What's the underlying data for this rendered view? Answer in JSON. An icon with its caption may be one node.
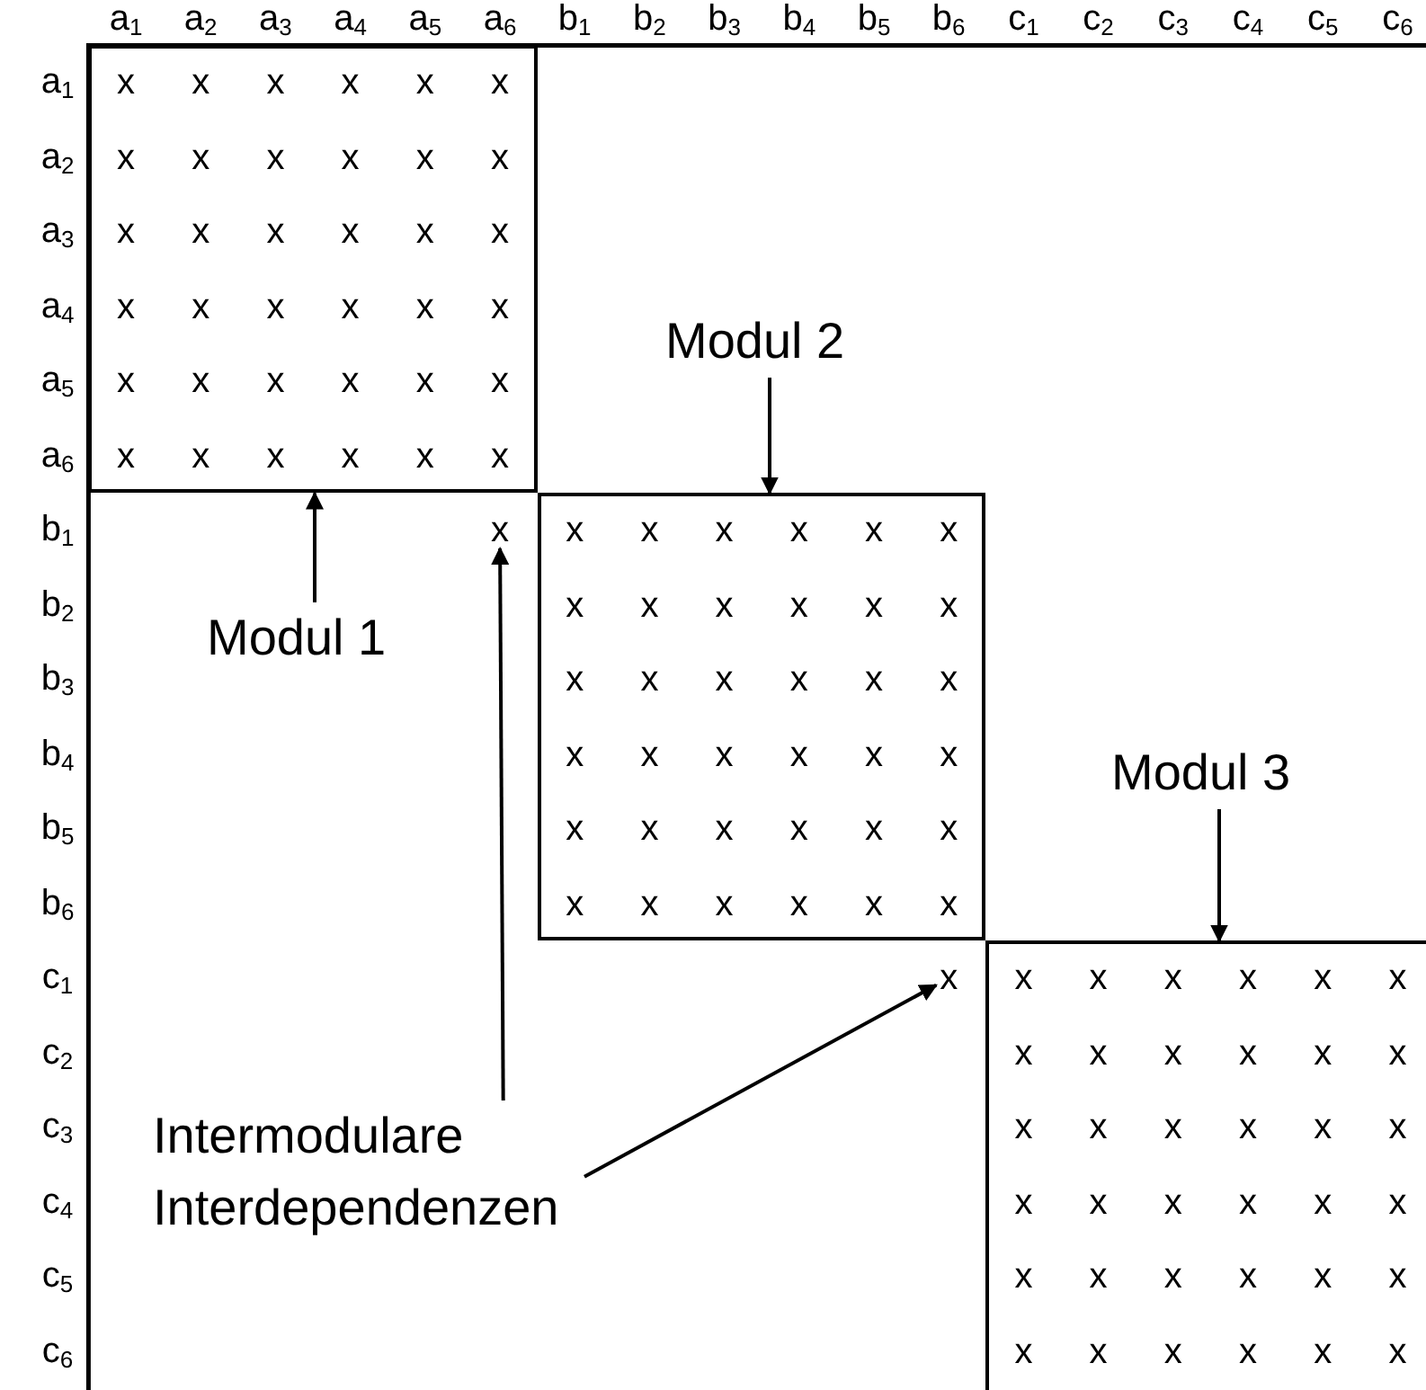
{
  "diagram": {
    "nodes": [
      {
        "text": [],
        "shape": "box"
      },
      {
        "text": [
          "Modul 2"
        ]
      },
      {
        "text": [],
        "shape": "box"
      },
      {
        "text": [
          "x"
        ]
      },
      {
        "text": [
          "Modul 1"
        ]
      },
      {
        "text": [
          "Modul 3"
        ]
      },
      {
        "text": [],
        "shape": "box"
      },
      {
        "text": [
          "x"
        ]
      },
      {
        "text": [
          "Intermodulare Interdependenzen"
        ]
      }
    ],
    "edges": [
      {
        "from": 1,
        "to": 2,
        "arrow": "to"
      },
      {
        "from": 4,
        "to": 0,
        "arrow": "to"
      },
      {
        "from": 5,
        "to": 6,
        "arrow": "to"
      },
      {
        "from": 8,
        "to": 3,
        "arrow": "to"
      },
      {
        "from": 8,
        "to": 7,
        "arrow": "to"
      }
    ],
    "labels": [
      "a$_{1}$",
      "a$_{2}$",
      "a$_{3}$",
      "a$_{4}$",
      "a$_{5}$",
      "a$_{6}$",
      "b$_{1}$",
      "b$_{2}$",
      "b$_{3}$",
      "b$_{4}$",
      "b$_{5}$",
      "b$_{6}$",
      "c$_{1}$",
      "c$_{2}$",
      "c$_{3}$",
      "c$_{4}$",
      "c$_{5}$",
      "c$_{6}$",
      "a$_{1}$",
      "x",
      "x",
      "x",
      "x",
      "x",
      "x",
      "a$_{2}$",
      "x",
      "x",
      "x",
      "x",
      "x",
      "x",
      "a$_{3}$",
      "x",
      "x",
      "x",
      "x",
      "x",
      "x",
      "a$_{4}$",
      "x",
      "x",
      "x",
      "x",
      "x",
      "x",
      "a$_{5}$",
      "x",
      "x",
      "x",
      "x",
      "x",
      "x",
      "a$_{6}$",
      "x",
      "x",
      "x",
      "x",
      "x",
      "x",
      "b$_{1}$",
      "x",
      "x",
      "x",
      "x",
      "x",
      "x",
      "b$_{2}$",
      "x",
      "x",
      "x",
      "x",
      "x",
      "x",
      "b$_{3}$",
      "x",
      "x",
      "x",
      "x",
      "x",
      "x",
      "b$_{4}$",
      "x",
      "x",
      "x",
      "x",
      "x",
      "x",
      "b$_{5}$",
      "x",
      "x",
      "x",
      "x",
      "x",
      "x",
      "b$_{6}$",
      "x",
      "x",
      "x",
      "x",
      "x",
      "x",
      "c$_{1}$",
      "x",
      "x",
      "x",
      "x",
      "x",
      "x",
      "c$_{2}$",
      "x",
      "x",
      "x",
      "x",
      "x",
      "x",
      "c$_{3}$",
      "x",
      "x",
      "x",
      "x",
      "x",
      "x",
      "c$_{4}$",
      "x",
      "x",
      "x",
      "x",
      "x",
      "x",
      "c$_{5}$",
      "x",
      "x",
      "x",
      "x",
      "x",
      "x",
      "c$_{6}$",
      "x",
      "x",
      "x",
      "x",
      "x",
      "x"
    ]
  }
}
